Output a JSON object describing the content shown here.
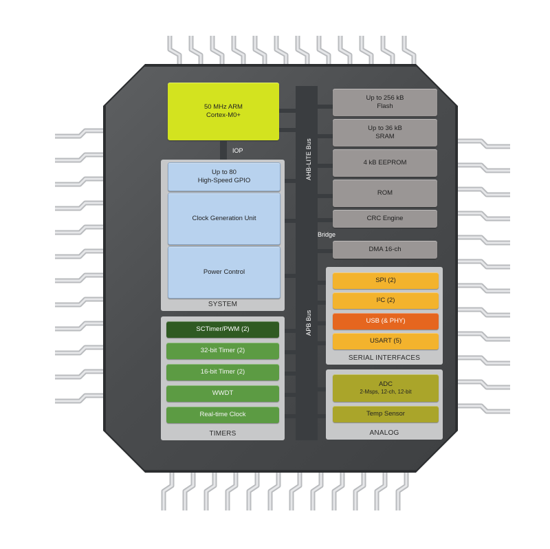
{
  "cpu": {
    "line1": "50 MHz ARM",
    "line2": "Cortex-M0+"
  },
  "iop_label": "IOP",
  "bridge_label": "Bridge",
  "ahb_label": "AHB-LITE Bus",
  "apb_label": "APB Bus",
  "system": {
    "title": "SYSTEM",
    "gpio_line1": "Up to 80",
    "gpio_line2": "High-Speed GPIO",
    "clock": "Clock Generation Unit",
    "power": "Power Control"
  },
  "memory": {
    "flash_line1": "Up to 256 kB",
    "flash_line2": "Flash",
    "sram_line1": "Up to 36 kB",
    "sram_line2": "SRAM",
    "eeprom": "4 kB EEPROM",
    "rom": "ROM",
    "crc": "CRC Engine",
    "dma": "DMA 16-ch"
  },
  "timers": {
    "title": "TIMERS",
    "sctimer": "SCTimer/PWM (2)",
    "t32": "32-bit Timer (2)",
    "t16": "16-bit Timer (2)",
    "wwdt": "WWDT",
    "rtc": "Real-time Clock"
  },
  "serial": {
    "title": "SERIAL INTERFACES",
    "spi": "SPI (2)",
    "i2c": "I²C (2)",
    "usb": "USB (& PHY)",
    "usart": "USART (5)"
  },
  "analog": {
    "title": "ANALOG",
    "adc": "ADC",
    "adc_sub": "2-Msps, 12-ch, 12-bit",
    "temp": "Temp Sensor"
  },
  "colors": {
    "cpu": "#d3e31f",
    "system": "#b8d2ee",
    "memory": "#9a9695",
    "timer": "#5c9b43",
    "timer_dark": "#2f5a22",
    "serial": "#f3b32d",
    "usb": "#e5661f",
    "analog": "#aaa52a",
    "chip": "#4a4c4e"
  }
}
